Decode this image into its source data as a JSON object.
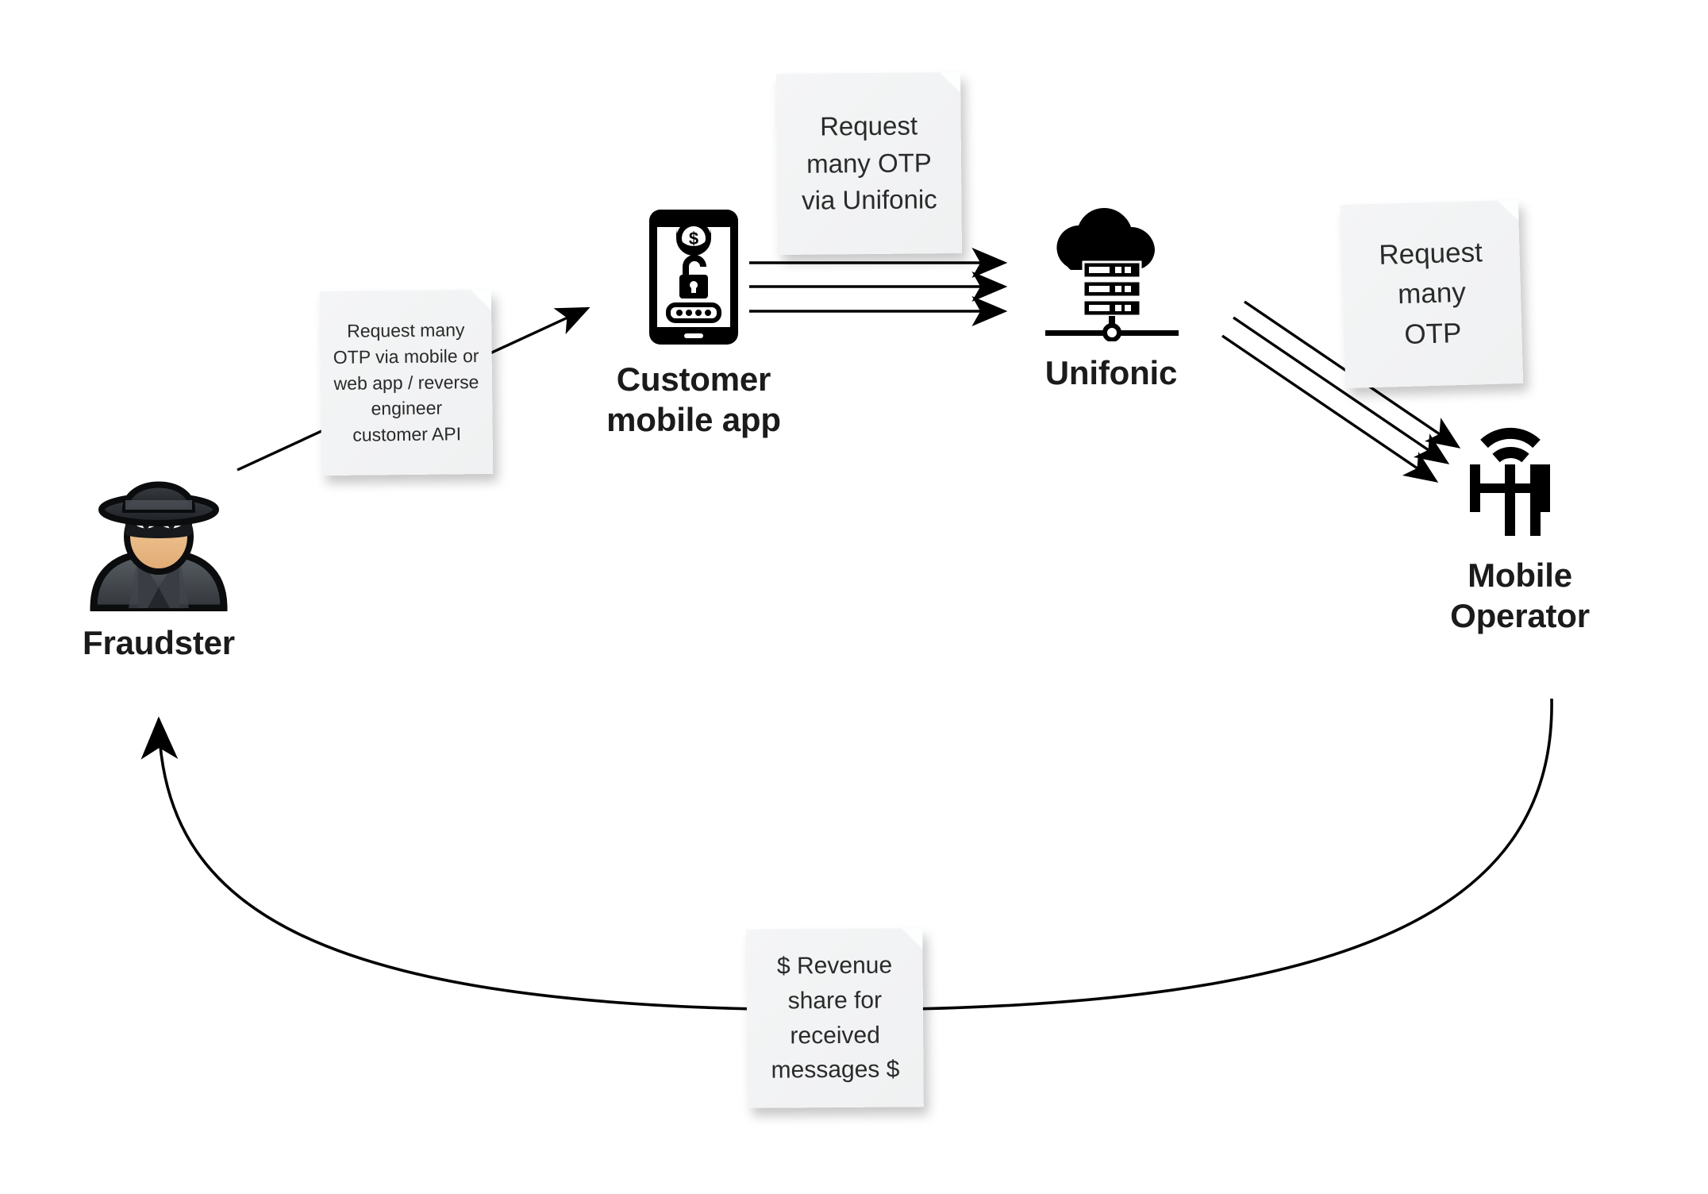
{
  "diagram": {
    "title": "OTP fraud revenue-share flow",
    "background_color": "#ffffff",
    "line_color": "#000000",
    "note_color": "#f2f3f4",
    "label_color": "#1b1b1b"
  },
  "nodes": [
    {
      "id": "fraudster",
      "label": "Fraudster",
      "icon": "fraudster-icon"
    },
    {
      "id": "customer_mobile_app",
      "label": "Customer\nmobile app",
      "icon": "mobile-app-icon"
    },
    {
      "id": "unifonic",
      "label": "Unifonic",
      "icon": "cloud-server-icon"
    },
    {
      "id": "mobile_operator",
      "label": "Mobile\nOperator",
      "icon": "cell-tower-icon"
    }
  ],
  "notes": [
    {
      "id": "note_fraudster_to_app",
      "text": "Request many\nOTP via mobile or\nweb app / reverse\nengineer\ncustomer API"
    },
    {
      "id": "note_app_to_unifonic",
      "text": "Request\nmany OTP\nvia Unifonic"
    },
    {
      "id": "note_unifonic_to_operator",
      "text": "Request\nmany\nOTP"
    },
    {
      "id": "note_operator_to_fraudster",
      "text": "$ Revenue\nshare for\nreceived\nmessages $"
    }
  ],
  "edges": [
    {
      "id": "edge_fraudster_to_app",
      "from": "fraudster",
      "to": "customer_mobile_app",
      "style": "straight-arrow",
      "count": 1
    },
    {
      "id": "edge_app_to_unifonic",
      "from": "customer_mobile_app",
      "to": "unifonic",
      "style": "straight-arrow",
      "count": 3
    },
    {
      "id": "edge_unifonic_to_operator",
      "from": "unifonic",
      "to": "mobile_operator",
      "style": "diagonal-arrow",
      "count": 3
    },
    {
      "id": "edge_operator_to_fraudster",
      "from": "mobile_operator",
      "to": "fraudster",
      "style": "curved-arrow",
      "count": 1
    }
  ]
}
